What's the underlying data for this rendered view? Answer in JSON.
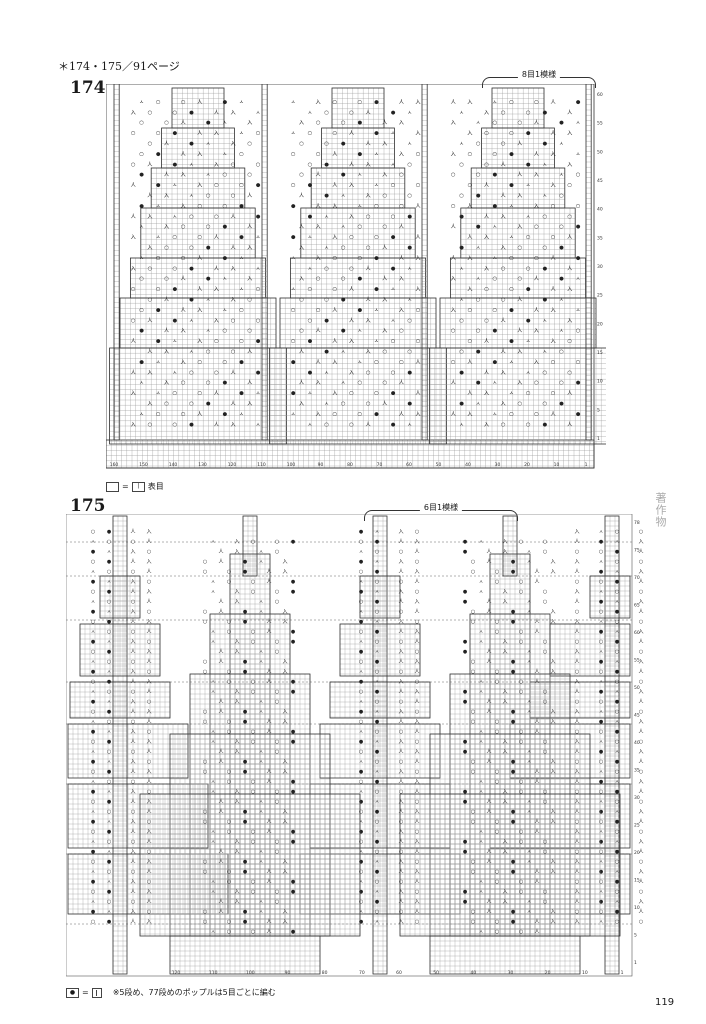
{
  "header": {
    "ref": "＊174・175／91ページ"
  },
  "chart174": {
    "number": "174",
    "repeat_label": "8目1模様",
    "row_numbers": [
      "60",
      "55",
      "50",
      "45",
      "40",
      "35",
      "30",
      "25",
      "20",
      "15",
      "10",
      "5",
      "1"
    ],
    "col_numbers": [
      "160",
      "150",
      "140",
      "130",
      "120",
      "110",
      "100",
      "90",
      "80",
      "70",
      "60",
      "50",
      "40",
      "30",
      "20",
      "10",
      "1"
    ]
  },
  "legend174": {
    "eq": "=",
    "symbol": "丨",
    "text": "表目"
  },
  "chart175": {
    "number": "175",
    "repeat_label": "6目1模様",
    "row_numbers": [
      "78",
      "75",
      "70",
      "65",
      "60",
      "55",
      "50",
      "45",
      "40",
      "35",
      "30",
      "25",
      "20",
      "15",
      "10",
      "5",
      "1"
    ],
    "col_numbers": [
      "120",
      "110",
      "100",
      "90",
      "80",
      "70",
      "60",
      "50",
      "40",
      "30",
      "20",
      "10",
      "1"
    ]
  },
  "legend175": {
    "eq": "=",
    "note": "※5段め、77段めのポップルは5目ごとに編む"
  },
  "side_mark": "著作物",
  "page_number": "119"
}
